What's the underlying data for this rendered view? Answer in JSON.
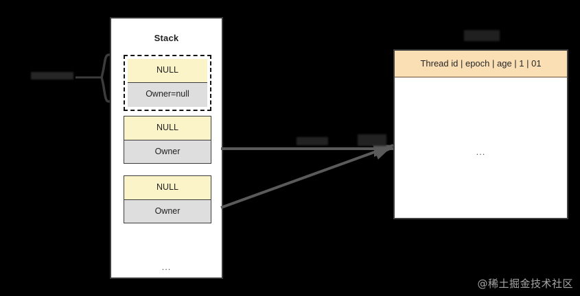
{
  "stack": {
    "title": "Stack",
    "ellipsis": "...",
    "frames": [
      {
        "name": "pending-lock-record",
        "style": "dashed",
        "null_label": "NULL",
        "owner_label": "Owner=null"
      },
      {
        "name": "lock-record-1",
        "style": "solid",
        "null_label": "NULL",
        "owner_label": "Owner"
      },
      {
        "name": "lock-record-2",
        "style": "solid",
        "null_label": "NULL",
        "owner_label": "Owner"
      }
    ]
  },
  "object": {
    "title_obscured": "",
    "header": "Thread id | epoch |  age | 1 | 01",
    "ellipsis": "..."
  },
  "annotations": {
    "left_label_obscured": "",
    "edge_label_1_obscured": "",
    "edge_label_2_obscured": ""
  },
  "colors": {
    "background": "#000000",
    "panel": "#ffffff",
    "null_cell": "#fbf4c8",
    "owner_cell": "#dedede",
    "object_header": "#fadfb5",
    "border": "#3a3a3a",
    "connector": "#555555",
    "watermark": "#b9b9b9"
  },
  "watermark": {
    "text": "@稀土掘金技术社区"
  }
}
